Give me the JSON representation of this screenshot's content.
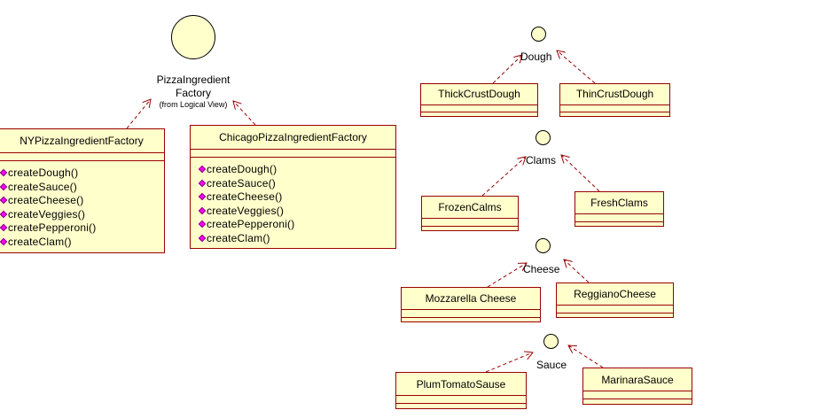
{
  "interfaces": {
    "factory": {
      "line1": "PizzaIngredient",
      "line2": "Factory",
      "sub": "(from Logical View)"
    },
    "dough": {
      "label": "Dough"
    },
    "clams": {
      "label": "Clams"
    },
    "cheese": {
      "label": "Cheese"
    },
    "sauce": {
      "label": "Sauce"
    }
  },
  "classes": {
    "ny": {
      "name": "NYPizzaIngredientFactory",
      "ops": [
        "createDough()",
        "createSauce()",
        "createCheese()",
        "createVeggies()",
        "createPepperoni()",
        "createClam()"
      ]
    },
    "chicago": {
      "name": "ChicagoPizzaIngredientFactory",
      "ops": [
        "createDough()",
        "createSauce()",
        "createCheese()",
        "createVeggies()",
        "createPepperoni()",
        "createClam()"
      ]
    },
    "thick_crust": {
      "name": "ThickCrustDough"
    },
    "thin_crust": {
      "name": "ThinCrustDough"
    },
    "frozen_calms": {
      "name": "FrozenCalms"
    },
    "fresh_clams": {
      "name": "FreshClams"
    },
    "mozzarella": {
      "name": "Mozzarella Cheese"
    },
    "reggiano": {
      "name": "ReggianoCheese"
    },
    "plum_tomato": {
      "name": "PlumTomatoSause"
    },
    "marinara": {
      "name": "MarinaraSauce"
    }
  },
  "colors": {
    "class_fill": "#ffffcc",
    "class_border": "#990000",
    "arrow": "#990000",
    "operation_icon": "#ff00ff"
  }
}
